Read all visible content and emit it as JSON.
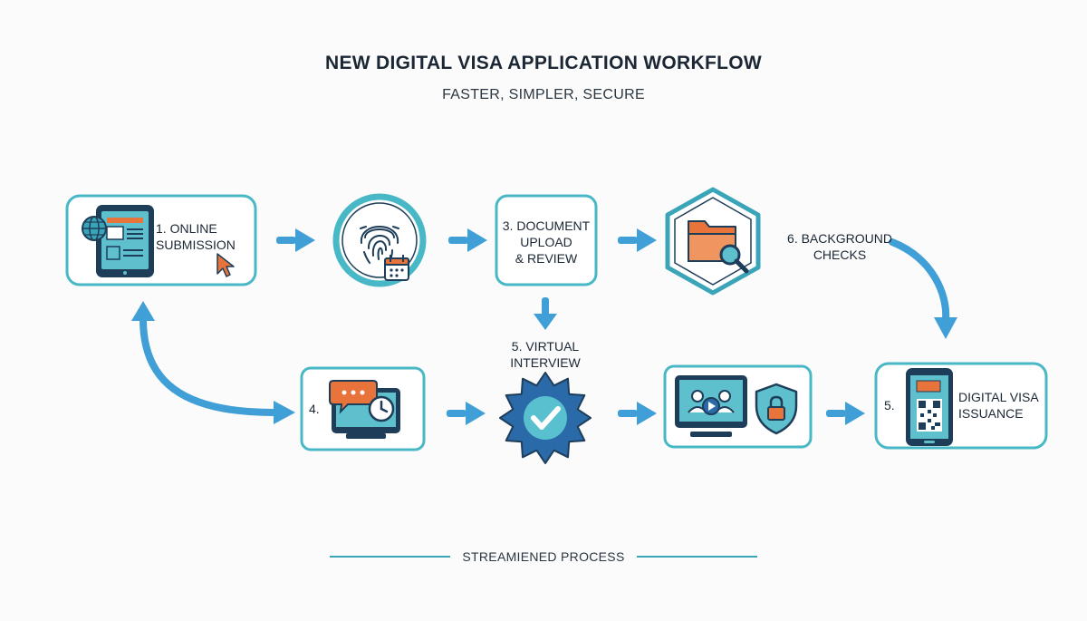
{
  "header": {
    "title": "NEW DIGITAL VISA APPLICATION WORKFLOW",
    "subtitle": "FASTER, SIMPLER, SECURE"
  },
  "steps": {
    "online_submission": {
      "line1": "1. ONLINE",
      "line2": "SUBMISSION"
    },
    "document_upload": {
      "line1": "3. DOCUMENT",
      "line2": "UPLOAD",
      "line3": "& REVIEW"
    },
    "background_checks": {
      "line1": "6. BACKGROUND",
      "line2": "CHECKS"
    },
    "virtual_interview": {
      "line1": "5. VIRTUAL",
      "line2": "INTERVIEW"
    },
    "step_four": {
      "line1": "4."
    },
    "digital_visa": {
      "number": "5.",
      "line1": "DIGITAL VISA",
      "line2": "ISSUANCE"
    }
  },
  "footer": {
    "label": "STREAMIENED PROCESS"
  },
  "colors": {
    "teal": "#3fb3c3",
    "arrow": "#3f9fd6",
    "navy": "#1e3d59",
    "orange": "#e8743b",
    "badge": "#2b6aa8",
    "check": "#58c0cf"
  },
  "icons": [
    "tablet-web-icon",
    "cursor-icon",
    "fingerprint-icon",
    "calendar-icon",
    "folder-search-icon",
    "chat-monitor-icon",
    "clock-icon",
    "check-badge-icon",
    "video-call-icon",
    "shield-lock-icon",
    "phone-qr-icon"
  ]
}
